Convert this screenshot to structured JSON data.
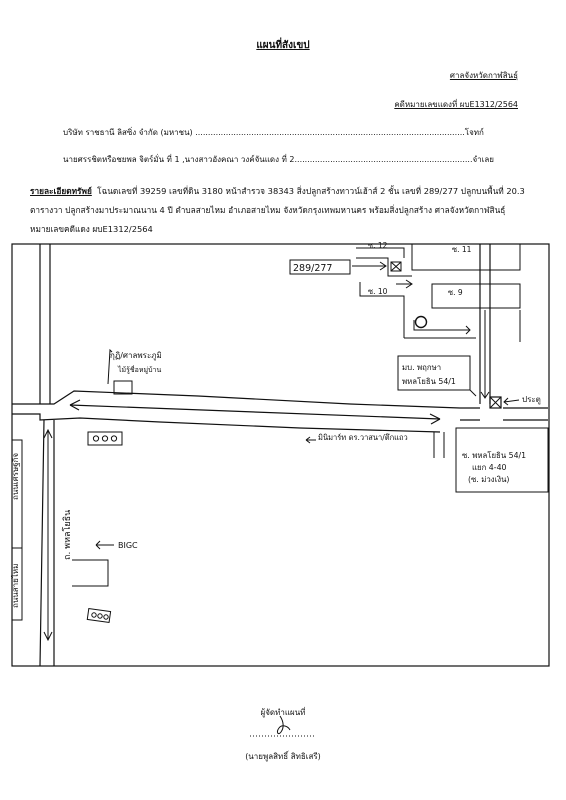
{
  "header": {
    "title": "แผนที่สังเขป",
    "court": "ศาลจังหวัดกาฬสินธุ์",
    "case_no": "คดีหมายเลขแดงที่ ผบE1312/2564"
  },
  "parties": {
    "plaintiff": "บริษัท ราชธานี ลิสซิ่ง จำกัด (มหาชน) ..........................................................................................................โจทก์",
    "defendant": "นายศรรชิตหรือชยพล จิตร์มั่น ที่ 1 ,นางสาวอังคณา วงค์จันแดง ที่ 2......................................................................จำเลย"
  },
  "property": {
    "label": "รายละเอียดทรัพย์",
    "text": "โฉนดเลขที่ 39259 เลขที่ดิน 3180 หน้าสำรวจ 38343 สิ่งปลูกสร้างทาวน์เฮ้าส์ 2 ชั้น เลขที่ 289/277 ปลูกบนพื้นที่ 20.3 ตารางวา ปลูกสร้างมาประมาณนาน 4 ปี ตำบลสายไหม อำเภอสายไหม จังหวัดกรุงเทพมหานคร พร้อมสิ่งปลูกสร้าง ศาลจังหวัดกาฬสินธุ์ หมายเลขคดีแดง ผบE1312/2564"
  },
  "map": {
    "house_no": "289/277",
    "soi_12": "ซ. 12",
    "soi_11": "ซ. 11",
    "soi_10": "ซ. 10",
    "soi_9": "ซ. 9",
    "shrine": "กุฏิ/ศาลพระภูมิ",
    "shrine_2": "ไม้รู้ชื่อหมู่บ้าน",
    "village_line1": "มบ. พฤกษา",
    "village_line2": "พหลโยธิน 54/1",
    "home_shop": "มินิมาร์ท ดร.วาสนา/ตึกแถว",
    "gate": "ประตู",
    "phahon_label1": "ซ. พหลโยธิน 54/1",
    "phahon_label2": "แยก 4-40",
    "phahon_label3": "(ซ. ม่วงเงิน)",
    "phahonyothin_rd": "ถ. พหลโยธิน",
    "left_road_top": "ถนนเศรษฐกิจ",
    "left_road_bottom": "ถนนสายไหม",
    "bigc": "BIGC"
  },
  "signer": {
    "label": "ผู้จัดทำแผนที่",
    "name": "(นายพูลสิทธิ์ สิทธิเสรี)"
  }
}
